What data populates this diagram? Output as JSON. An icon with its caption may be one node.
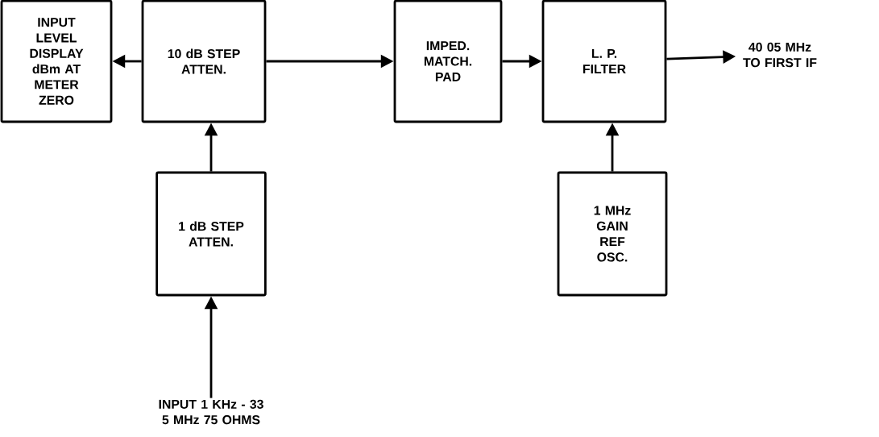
{
  "diagram": {
    "nodes": [
      {
        "text": [
          "INPUT LEVEL DISPLAY dBm AT METER ZERO"
        ]
      },
      {
        "text": [
          "10 dB STEP ATTEN."
        ]
      },
      {
        "text": [
          "IMPED. MATCH. PAD"
        ]
      },
      {
        "text": [
          "L. P. FILTER"
        ]
      },
      {
        "text": [
          "1 dB STEP ATTEN."
        ]
      },
      {
        "text": [
          "1 MHz GAIN REF OSC."
        ]
      },
      {
        "text": [
          "40 05 MHz TO FIRST IF"
        ]
      },
      {
        "text": [
          "INPUT 1 KHz - 33 5 MHz 75 OHMS"
        ]
      }
    ],
    "edges": [
      {
        "from": 1,
        "to": 0,
        "arrow": "to"
      },
      {
        "from": 1,
        "to": 2,
        "arrow": "to"
      },
      {
        "from": 2,
        "to": 3,
        "arrow": "to"
      },
      {
        "from": 3,
        "to": 6,
        "arrow": "to"
      },
      {
        "from": 4,
        "to": 1,
        "arrow": "to"
      },
      {
        "from": 5,
        "to": 3,
        "arrow": "to"
      },
      {
        "from": 7,
        "to": 4,
        "arrow": "to"
      }
    ]
  }
}
